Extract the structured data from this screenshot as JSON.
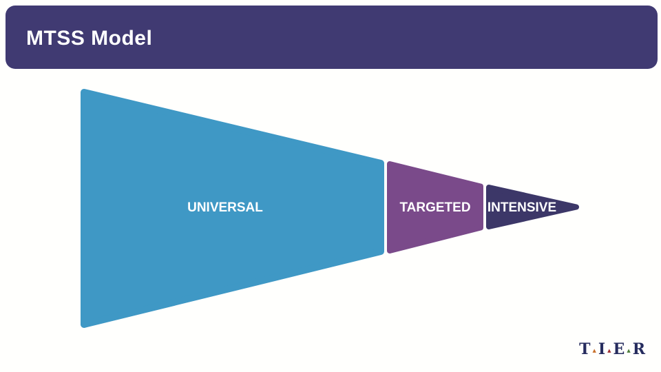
{
  "slide": {
    "title": "MTSS Model",
    "background_color": "#fffffd",
    "header_color": "#403a72",
    "title_color": "#ffffff"
  },
  "funnel": {
    "segments": [
      {
        "label": "UNIVERSAL",
        "color": "#3f98c5",
        "text_color": "#ffffff"
      },
      {
        "label": "TARGETED",
        "color": "#7a4a8a",
        "text_color": "#ffffff"
      },
      {
        "label": "INTENSIVE",
        "color": "#3c3768",
        "text_color": "#ffffff"
      }
    ]
  },
  "logo": {
    "letters": [
      "T",
      "I",
      "E",
      "R"
    ],
    "separator_glyph": "▲",
    "separator_colors": [
      "#c8702a",
      "#a03030",
      "#4e7e3a"
    ],
    "text_color": "#262c5e"
  }
}
